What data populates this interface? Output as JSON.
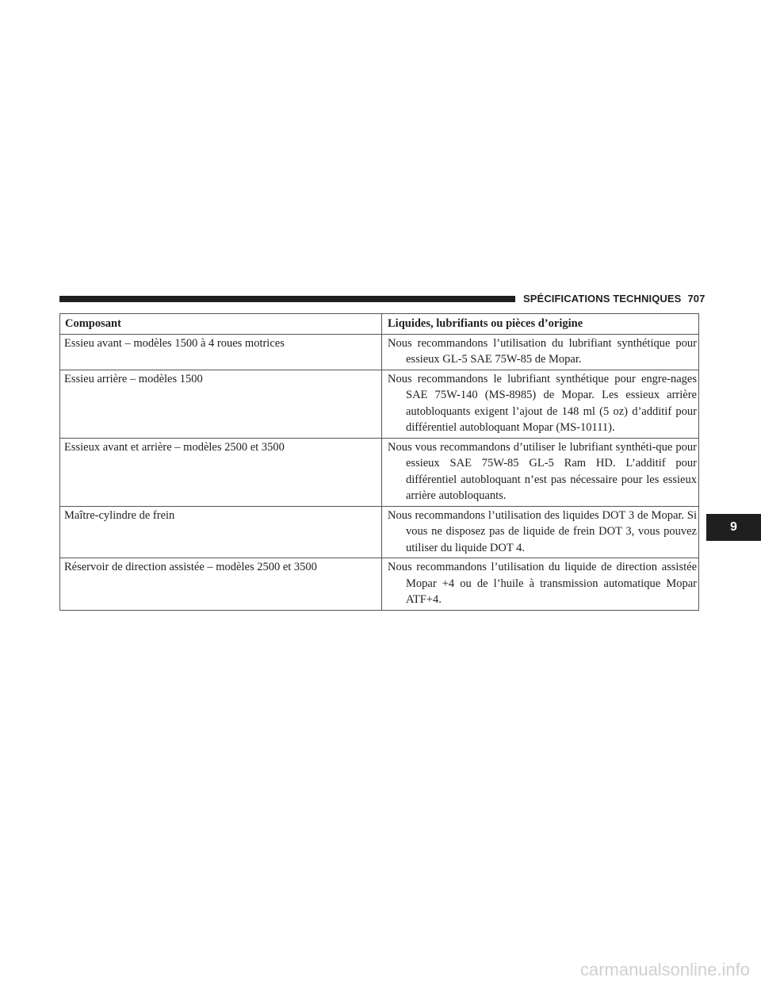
{
  "header": {
    "section_title": "SPÉCIFICATIONS TECHNIQUES",
    "page_number": "707"
  },
  "table": {
    "columns": [
      "Composant",
      "Liquides, lubrifiants ou pièces d’origine"
    ],
    "rows": [
      {
        "component": "Essieu avant – modèles 1500 à 4 roues motrices",
        "fluid": "Nous recommandons l’utilisation du lubrifiant synthétique pour essieux GL-5 SAE 75W-85 de Mopar."
      },
      {
        "component": "Essieu arrière – modèles 1500",
        "fluid": "Nous recommandons le lubrifiant synthétique pour engre-nages SAE 75W-140 (MS-8985) de Mopar. Les essieux arrière autobloquants exigent l’ajout de 148 ml (5 oz) d’additif pour différentiel autobloquant Mopar (MS-10111)."
      },
      {
        "component": "Essieux avant et arrière – modèles 2500 et 3500",
        "fluid": "Nous vous recommandons d’utiliser le lubrifiant synthéti-que pour essieux SAE 75W-85 GL-5 Ram HD. L’additif pour différentiel autobloquant n’est pas nécessaire pour les essieux arrière autobloquants."
      },
      {
        "component": "Maître-cylindre de frein",
        "fluid": "Nous recommandons l’utilisation des liquides DOT 3 de Mopar. Si vous ne disposez pas de liquide de frein DOT 3, vous pouvez utiliser du liquide DOT 4."
      },
      {
        "component": "Réservoir de direction assistée – modèles 2500 et 3500",
        "fluid": "Nous recommandons l’utilisation du liquide de direction assistée Mopar +4 ou de l’huile à transmission automatique Mopar ATF+4."
      }
    ]
  },
  "chapter_tab": "9",
  "watermark": "carmanualsonline.info"
}
